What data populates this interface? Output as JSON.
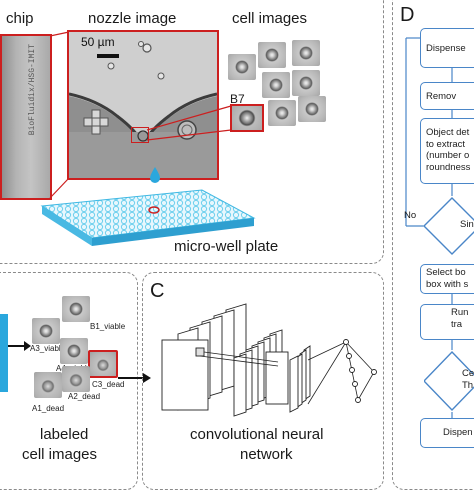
{
  "panel_a": {
    "chip_label": "chip",
    "chip_text": "BioFluidix/HSG-IMIT",
    "nozzle_label": "nozzle image",
    "scale_label": "50 µm",
    "cell_images_label": "cell images",
    "b7_label": "B7",
    "plate_label": "micro-well plate"
  },
  "panel_b": {
    "cells": [
      {
        "label": "B1_viable"
      },
      {
        "label": "A3_viable"
      },
      {
        "label": "A4_viable"
      },
      {
        "label": "C3_dead"
      },
      {
        "label": "A1_dead"
      },
      {
        "label": "A2_dead"
      }
    ],
    "caption_line1": "labeled",
    "caption_line2": "cell images"
  },
  "panel_c": {
    "letter": "C",
    "caption_line1": "convolutional neural",
    "caption_line2": "network"
  },
  "panel_d": {
    "letter": "D",
    "boxes": [
      {
        "text": "Dispense"
      },
      {
        "text": "Remov"
      },
      {
        "text": "Object det\nto extract\n(number o\nroundness"
      },
      {
        "text": "Select bo\nbox with s"
      },
      {
        "text": "Run\ntra"
      },
      {
        "text": "Dispen"
      }
    ],
    "diamonds": [
      {
        "text": "Sin"
      },
      {
        "text": "Ce\nTh"
      }
    ],
    "no_label": "No"
  },
  "colors": {
    "flow_blue": "#4a86c8",
    "highlight_red": "#cc1f1f",
    "plate_cyan": "#6fd0ee"
  }
}
